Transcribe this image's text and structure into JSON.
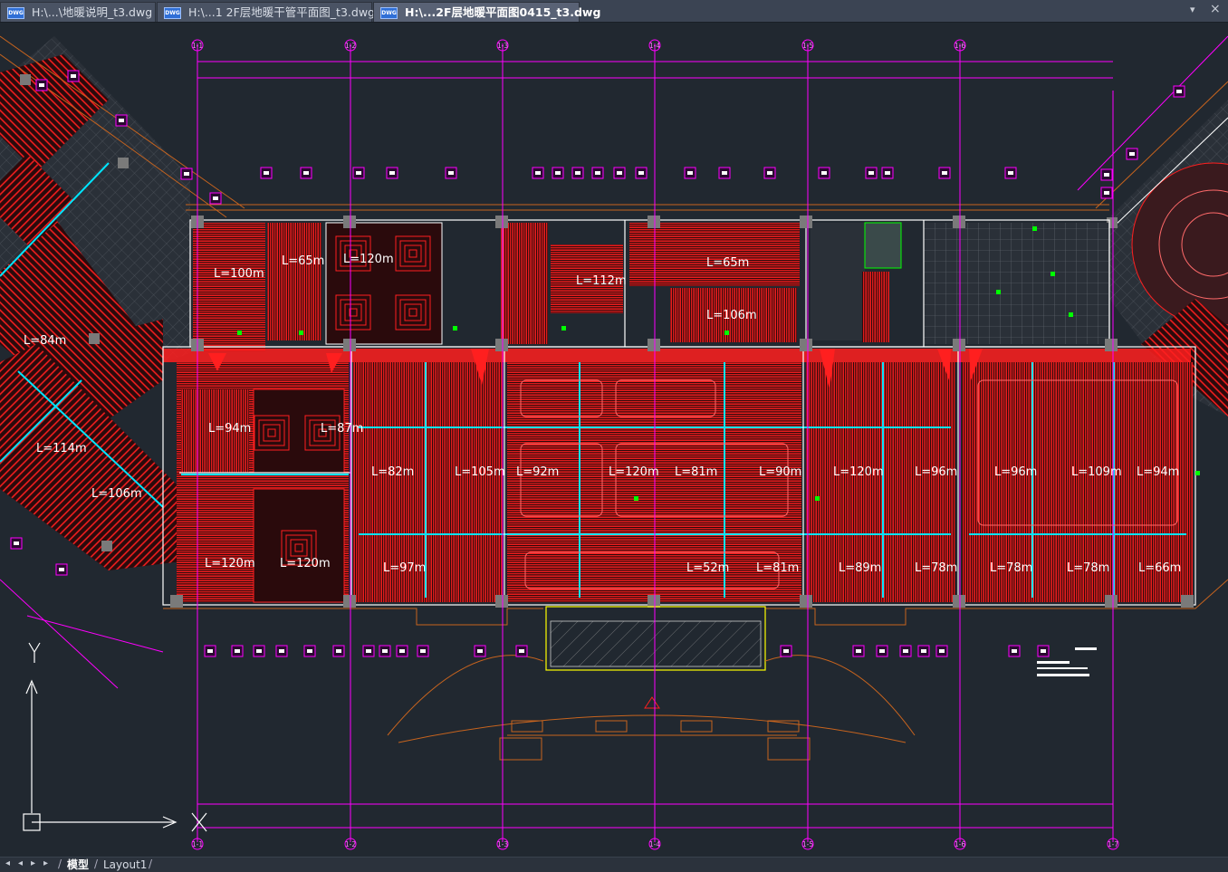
{
  "tabs": [
    {
      "label": "H:\\...\\地暖说明_t3.dwg",
      "active": false
    },
    {
      "label": "H:\\...1 2F层地暖干管平面图_t3.dwg",
      "active": false
    },
    {
      "label": "H:\\...2F层地暖平面图0415_t3.dwg",
      "active": true
    }
  ],
  "tab_icon_text": "DWG",
  "window_controls": {
    "menu": "▾",
    "close": "×"
  },
  "layout_tabs": [
    {
      "label": "模型",
      "active": true
    },
    {
      "label": "Layout1",
      "active": false
    }
  ],
  "layout_nav": [
    "◂",
    "◂",
    "▸",
    "▸"
  ],
  "grid_labels_top": [
    "1-1",
    "1-2",
    "1-3",
    "1-4",
    "1-5",
    "1-6"
  ],
  "grid_labels_bottom": [
    "1-1",
    "1-2",
    "1-3",
    "1-4",
    "1-5",
    "1-6",
    "1-7"
  ],
  "ucs": {
    "x": "X",
    "y": "Y"
  },
  "loop_labels": [
    "L=100m",
    "L=65m",
    "L=120m",
    "L=65m",
    "L=106m",
    "L=84m",
    "L=114m",
    "L=106m",
    "L=94m",
    "L=87m",
    "L=82m",
    "L=105m",
    "L=92m",
    "L=120m",
    "L=81m",
    "L=90m",
    "L=120m",
    "L=96m",
    "L=96m",
    "L=109m",
    "L=94m",
    "L=120m",
    "L=120m",
    "L=97m",
    "L=52m",
    "L=81m",
    "L=89m",
    "L=78m",
    "L=78m",
    "L=78m",
    "L=66m",
    "L=112m"
  ],
  "colors": {
    "background": "#212830",
    "pipe": "#ff1f1f",
    "axis": "#ff00ff",
    "wall": "#ffffff",
    "cyan": "#00e5ff",
    "green": "#00ff00",
    "orange": "#c8641e"
  }
}
